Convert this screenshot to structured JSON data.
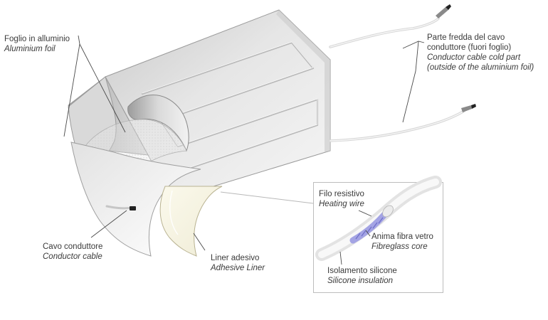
{
  "labels": {
    "aluminium_foil": {
      "it": "Foglio in alluminio",
      "en": "Aluminium foil"
    },
    "cold_part": {
      "it_1": "Parte fredda del cavo",
      "it_2": "conduttore (fuori foglio)",
      "en_1": "Conductor cable cold part",
      "en_2": "(outside of the aluminium foil)"
    },
    "conductor_cable": {
      "it": "Cavo conduttore",
      "en": "Conductor cable"
    },
    "adhesive_liner": {
      "it": "Liner adesivo",
      "en": "Adhesive Liner"
    },
    "heating_wire": {
      "it": "Filo resistivo",
      "en": "Heating wire"
    },
    "fibreglass_core": {
      "it": "Anima fibra vetro",
      "en": "Fibreglass core"
    },
    "silicone_insulation": {
      "it": "Isolamento silicone",
      "en": "Silicone insulation"
    }
  }
}
